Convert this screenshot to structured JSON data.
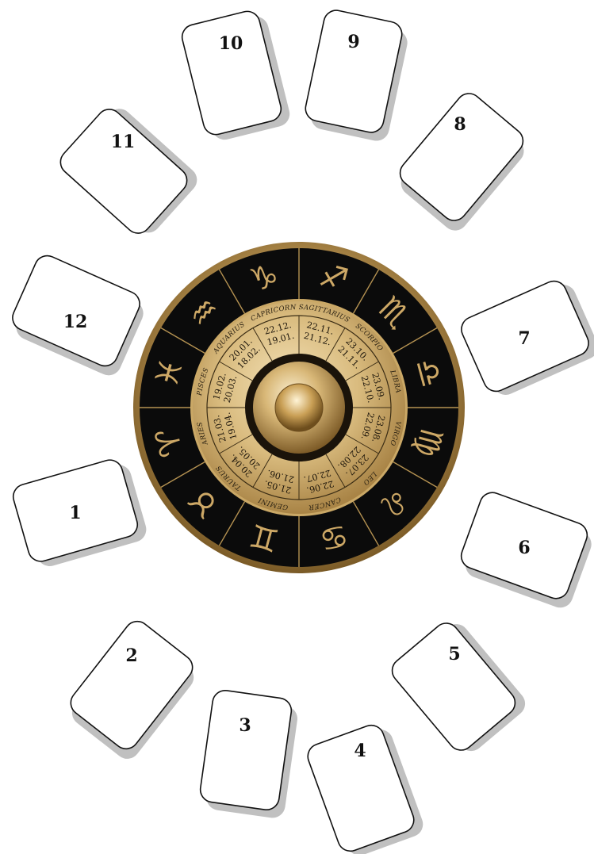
{
  "colors": {
    "ring_gold": "#b08a4a",
    "ring_dark": "#0b0b0b",
    "glyph_gold": "#cda866",
    "card_fill": "#ffffff",
    "card_stroke": "#111111",
    "card_shadow": "#b5b5b5"
  },
  "cards": [
    {
      "label": "1"
    },
    {
      "label": "2"
    },
    {
      "label": "3"
    },
    {
      "label": "4"
    },
    {
      "label": "5"
    },
    {
      "label": "6"
    },
    {
      "label": "7"
    },
    {
      "label": "8"
    },
    {
      "label": "9"
    },
    {
      "label": "10"
    },
    {
      "label": "11"
    },
    {
      "label": "12"
    }
  ],
  "zodiac": [
    {
      "name": "CAPRICORN",
      "glyph": "♑",
      "dates": [
        "22.12.",
        "19.01."
      ]
    },
    {
      "name": "SAGITTARIUS",
      "glyph": "♐",
      "dates": [
        "22.11.",
        "21.12."
      ]
    },
    {
      "name": "SCORPIO",
      "glyph": "♏",
      "dates": [
        "23.10.",
        "21.11."
      ]
    },
    {
      "name": "LIBRA",
      "glyph": "♎",
      "dates": [
        "23.09.",
        "22.10."
      ]
    },
    {
      "name": "VIRGO",
      "glyph": "♍",
      "dates": [
        "23.08.",
        "22.09."
      ]
    },
    {
      "name": "LEO",
      "glyph": "♌",
      "dates": [
        "23.07.",
        "22.08."
      ]
    },
    {
      "name": "CANCER",
      "glyph": "♋",
      "dates": [
        "22.06.",
        "22.07."
      ]
    },
    {
      "name": "GEMINI",
      "glyph": "♊",
      "dates": [
        "21.05.",
        "21.06."
      ]
    },
    {
      "name": "TAURUS",
      "glyph": "♉",
      "dates": [
        "20.04.",
        "20.05."
      ]
    },
    {
      "name": "ARIES",
      "glyph": "♈",
      "dates": [
        "21.03.",
        "19.04."
      ]
    },
    {
      "name": "PISCES",
      "glyph": "♓",
      "dates": [
        "19.02.",
        "20.03."
      ]
    },
    {
      "name": "AQUARIUS",
      "glyph": "♒",
      "dates": [
        "20.01.",
        "18.02."
      ]
    }
  ]
}
